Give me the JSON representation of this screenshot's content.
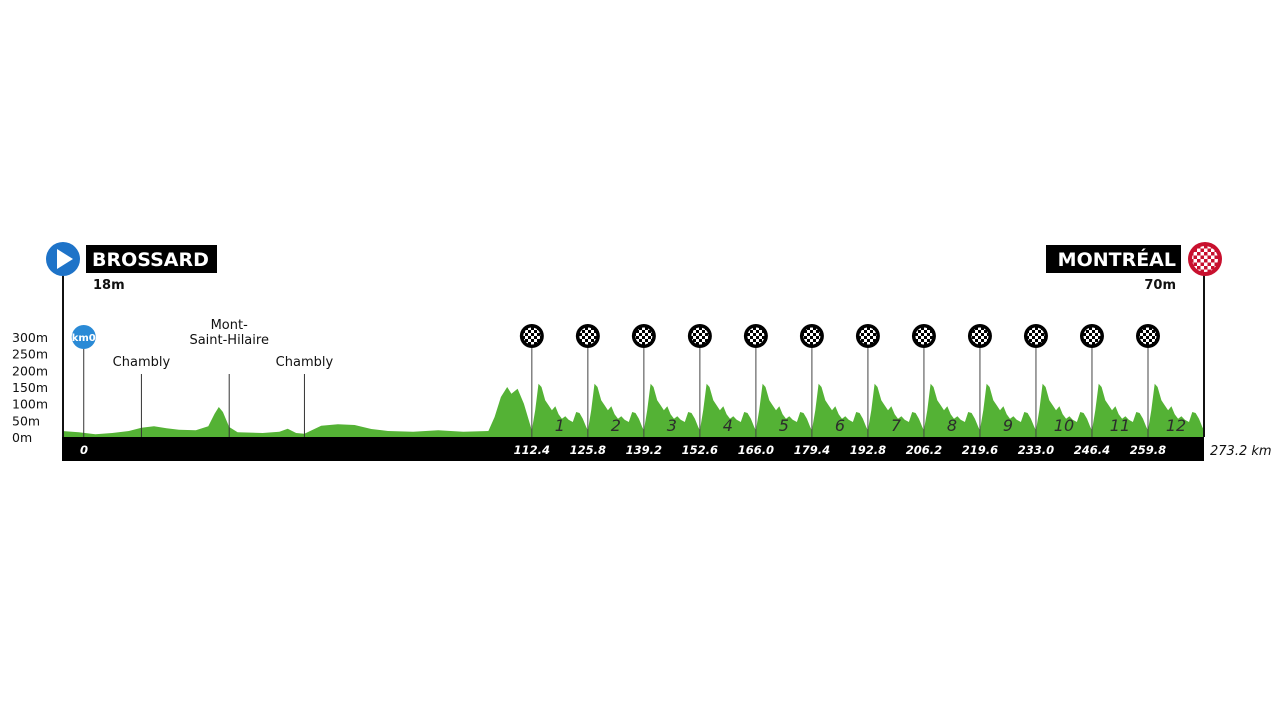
{
  "chart_data": {
    "type": "area",
    "title": "",
    "xlabel": "",
    "ylabel": "",
    "unit_x": "km",
    "total_distance_label": "273.2 km",
    "y_ticks": [
      "0m",
      "50m",
      "100m",
      "150m",
      "200m",
      "250m",
      "300m"
    ],
    "ylim": [
      0,
      300
    ],
    "xlim": [
      0,
      273.2
    ],
    "start": {
      "name": "BROSSARD",
      "altitude": "18m"
    },
    "finish": {
      "name": "MONTRÉAL",
      "altitude": "70m"
    },
    "km0_badge": "km0",
    "km0_label": "0",
    "places": [
      {
        "name": "Chambly",
        "km": 19
      },
      {
        "name": "Mont-Saint-Hilaire",
        "line1": "Mont-",
        "line2": "Saint-Hilaire",
        "km": 40
      },
      {
        "name": "Chambly",
        "km": 58
      }
    ],
    "laps": [
      {
        "num": "1",
        "km_label": "112.4",
        "km": 112.4
      },
      {
        "num": "2",
        "km_label": "125.8",
        "km": 125.8
      },
      {
        "num": "3",
        "km_label": "139.2",
        "km": 139.2
      },
      {
        "num": "4",
        "km_label": "152.6",
        "km": 152.6
      },
      {
        "num": "5",
        "km_label": "166.0",
        "km": 166.0
      },
      {
        "num": "6",
        "km_label": "179.4",
        "km": 179.4
      },
      {
        "num": "7",
        "km_label": "192.8",
        "km": 192.8
      },
      {
        "num": "8",
        "km_label": "206.2",
        "km": 206.2
      },
      {
        "num": "9",
        "km_label": "219.6",
        "km": 219.6
      },
      {
        "num": "10",
        "km_label": "233.0",
        "km": 233.0
      },
      {
        "num": "11",
        "km_label": "246.4",
        "km": 246.4
      },
      {
        "num": "12",
        "km_label": "259.8",
        "km": 259.8
      }
    ],
    "profile_flat": [
      [
        0,
        18
      ],
      [
        4,
        14
      ],
      [
        8,
        8
      ],
      [
        12,
        12
      ],
      [
        16,
        18
      ],
      [
        19,
        28
      ],
      [
        22,
        32
      ],
      [
        25,
        26
      ],
      [
        28,
        22
      ],
      [
        32,
        20
      ],
      [
        35,
        32
      ],
      [
        36.5,
        70
      ],
      [
        37.5,
        90
      ],
      [
        38.5,
        75
      ],
      [
        40,
        30
      ],
      [
        42,
        14
      ],
      [
        48,
        12
      ],
      [
        52,
        16
      ],
      [
        54,
        25
      ],
      [
        56,
        12
      ],
      [
        58,
        10
      ],
      [
        60,
        22
      ],
      [
        62,
        34
      ],
      [
        66,
        38
      ],
      [
        70,
        36
      ],
      [
        74,
        24
      ],
      [
        78,
        18
      ],
      [
        84,
        16
      ],
      [
        90,
        20
      ],
      [
        96,
        16
      ],
      [
        102,
        18
      ],
      [
        103.5,
        60
      ],
      [
        105,
        120
      ],
      [
        106.5,
        150
      ],
      [
        107.5,
        130
      ],
      [
        109,
        145
      ],
      [
        110.5,
        100
      ],
      [
        112.4,
        20
      ]
    ],
    "lap_profile": [
      [
        0,
        20
      ],
      [
        0.8,
        80
      ],
      [
        1.6,
        160
      ],
      [
        2.3,
        150
      ],
      [
        3.2,
        110
      ],
      [
        4.0,
        95
      ],
      [
        4.8,
        80
      ],
      [
        5.6,
        92
      ],
      [
        6.4,
        68
      ],
      [
        7.2,
        55
      ],
      [
        8.0,
        62
      ],
      [
        8.8,
        52
      ],
      [
        9.8,
        45
      ],
      [
        10.6,
        75
      ],
      [
        11.4,
        72
      ],
      [
        12.2,
        55
      ],
      [
        13.0,
        30
      ],
      [
        13.4,
        20
      ]
    ],
    "colors": {
      "profile": "#54b235",
      "bar": "#000000",
      "start_marker": "#1e73c8",
      "km0_marker": "#2a8ad6",
      "finish_marker": "#c8102e"
    }
  }
}
